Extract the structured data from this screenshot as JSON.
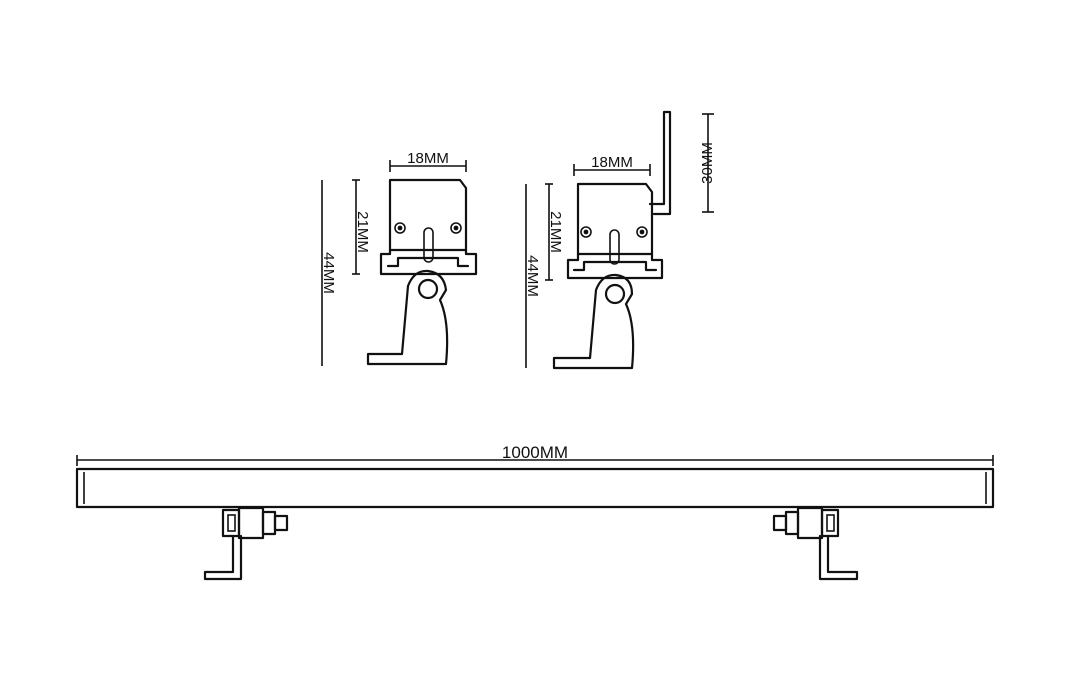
{
  "diagram": {
    "colors": {
      "line": "#111111",
      "background": "#ffffff"
    },
    "views": {
      "side_view_1": {
        "width_label": "18MM",
        "height_inner_label": "21MM",
        "height_total_label": "44MM"
      },
      "side_view_2": {
        "width_label": "18MM",
        "height_inner_label": "21MM",
        "height_total_label": "44MM",
        "extension_label": "30MM"
      },
      "front_view": {
        "length_label": "1000MM"
      }
    }
  }
}
